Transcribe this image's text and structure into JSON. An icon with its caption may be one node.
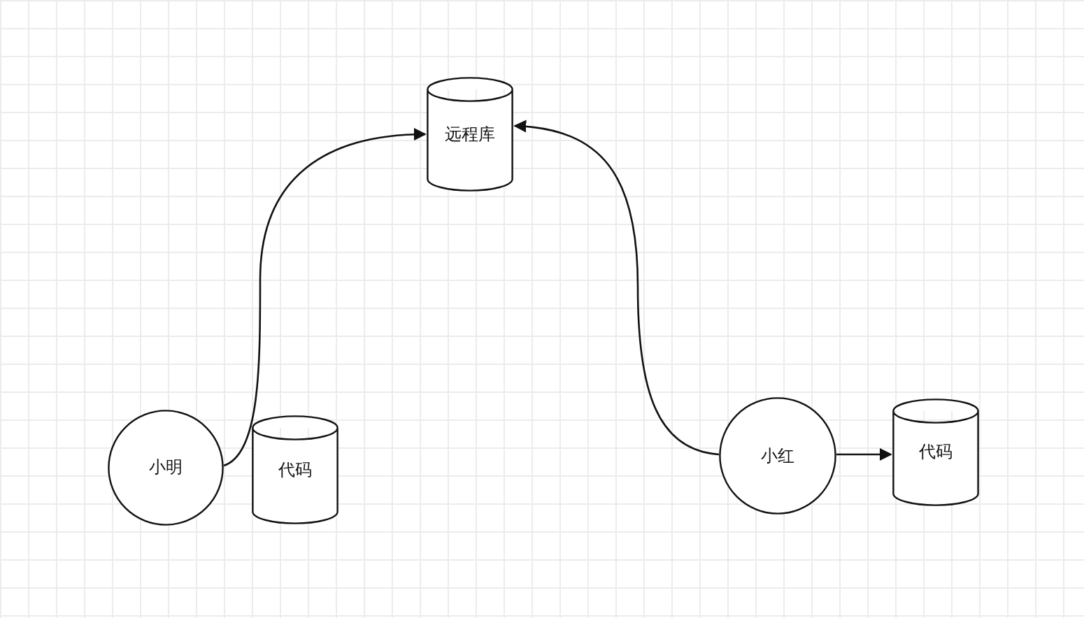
{
  "diagram": {
    "nodes": [
      {
        "text": [
          "远程库"
        ]
      },
      {
        "text": [
          "小明"
        ]
      },
      {
        "text": [
          "代码"
        ]
      },
      {
        "text": [
          "小红"
        ]
      },
      {
        "text": [
          "代码"
        ]
      }
    ],
    "edges": [
      {
        "from": 1,
        "to": 0,
        "arrow": "to"
      },
      {
        "from": 3,
        "to": 0,
        "arrow": "to"
      },
      {
        "from": 3,
        "to": 4,
        "arrow": "to"
      }
    ]
  }
}
